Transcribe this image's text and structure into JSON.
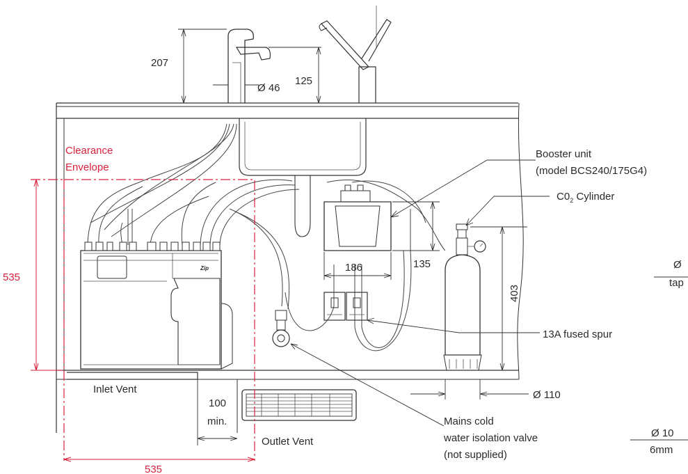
{
  "labels": {
    "clearance_line1": "Clearance",
    "clearance_line2": "Envelope",
    "booster_line1": "Booster unit",
    "booster_line2": "(model BCS240/175G4)",
    "co2_prefix": "C0",
    "co2_sub": "2",
    "co2_suffix": " Cylinder",
    "fused_spur": "13A fused spur",
    "inlet_vent": "Inlet Vent",
    "outlet_vent": "Outlet Vent",
    "mains_line1": "Mains cold",
    "mains_line2": "water isolation valve",
    "mains_line3": "(not supplied)",
    "min_clear_value": "100",
    "min_clear_suffix": "min.",
    "partial_dia_right": "Ø",
    "partial_tap": "tap",
    "partial_dia10": "Ø 10",
    "partial_6mm": "6mm"
  },
  "dimensions": {
    "tap_height": "207",
    "tap_diameter": "Ø 46",
    "tap_reach": "125",
    "booster_width": "186",
    "booster_height": "135",
    "cylinder_height": "403",
    "cylinder_diameter": "Ø 110",
    "envelope_height": "535",
    "envelope_width": "535"
  },
  "colors": {
    "clearance_red": "#d6223b",
    "line": "#333333"
  }
}
